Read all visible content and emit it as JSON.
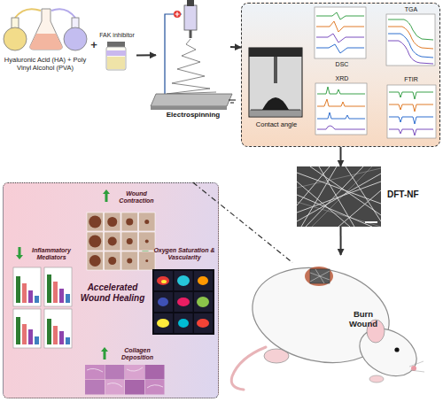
{
  "diagram": {
    "nodes": [
      {
        "text": [
          "Hyaluronic Acid (HA) + Poly Vinyl Alcohol (PVA)"
        ]
      },
      {
        "text": [
          "FAK inhibitor"
        ]
      },
      {
        "text": [
          "Electrospinning"
        ]
      },
      {
        "text": []
      },
      {
        "text": [
          "Contact angle"
        ],
        "in": 3
      },
      {
        "text": [
          "DSC"
        ],
        "in": 3
      },
      {
        "text": [
          "TGA"
        ],
        "in": 3
      },
      {
        "text": [
          "XRD"
        ],
        "in": 3
      },
      {
        "text": [
          "FTIR"
        ],
        "in": 3
      },
      {
        "text": [
          "DFT-NF"
        ]
      },
      {
        "text": [
          "Burn Wound"
        ]
      },
      {
        "text": [
          "Accelerated Wound Healing"
        ]
      },
      {
        "text": [
          "Wound Contraction"
        ],
        "in": 11
      },
      {
        "text": [
          "Inflammatory Mediators"
        ],
        "in": 11
      },
      {
        "text": [
          "Oxygen Saturation & Vascularity"
        ],
        "in": 11
      },
      {
        "text": [
          "Collagen Deposition"
        ],
        "in": 11
      }
    ],
    "edges": [
      {
        "from": 1,
        "to": 2,
        "arrow": "to"
      },
      {
        "from": 2,
        "to": 3,
        "arrow": "to"
      },
      {
        "from": 3,
        "to": 9,
        "arrow": "to"
      },
      {
        "from": 9,
        "to": 10,
        "arrow": "to"
      },
      {
        "from": 11,
        "to": 10,
        "arrow": "none"
      }
    ],
    "labels": [
      "+"
    ]
  }
}
